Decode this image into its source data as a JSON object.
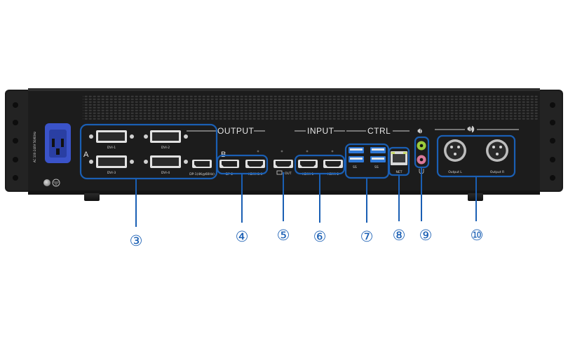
{
  "colors": {
    "chassis": "#1e1e1e",
    "chassis_edge": "#2c2c2c",
    "highlight_blue": "#1a5fb4",
    "power_socket": "#3a53c9",
    "usb_blue": "#2f78d6",
    "audio_green": "#9ccc3c",
    "audio_pink": "#d9789a"
  },
  "panel": {
    "power_rating": "AC 100-240V 50/60Hz",
    "section_output": "OUTPUT",
    "section_input": "INPUT",
    "section_ctrl": "CTRL",
    "group_a": "A",
    "group_b": "B"
  },
  "ports": {
    "dvi1": "DVI-1",
    "dvi2": "DVI-2",
    "dvi3": "DVI-3",
    "dvi4": "DVI-4",
    "dp1": "DP-1(4K@60Hz)",
    "dp2": "DP-2",
    "hdmi_out": "HDMI 2.0",
    "monitor_out": "OUT",
    "hdmi_in1": "HDMI-1",
    "hdmi_in2": "HDMI-2",
    "usb_left": "SS",
    "usb_right": "SS",
    "lan": "NET",
    "xlr_left": "Output L",
    "xlr_right": "Output R"
  },
  "callouts": [
    "③",
    "④",
    "⑤",
    "⑥",
    "⑦",
    "⑧",
    "⑨",
    "⑩"
  ]
}
